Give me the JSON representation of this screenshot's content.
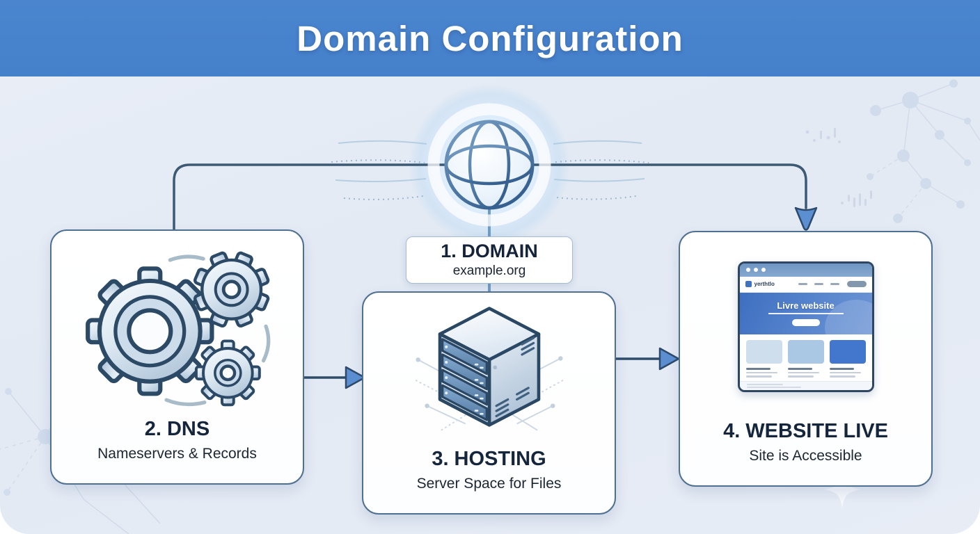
{
  "header": {
    "title": "Domain Configuration"
  },
  "domain_label": {
    "title": "1. DOMAIN",
    "subtitle": "example.org"
  },
  "cards": {
    "dns": {
      "title": "2. DNS",
      "subtitle": "Nameservers & Records"
    },
    "hosting": {
      "title": "3. HOSTING",
      "subtitle": "Server Space for Files"
    },
    "website": {
      "title": "4. WEBSITE LIVE",
      "subtitle": "Site is Accessible"
    }
  },
  "browser_mock": {
    "logo_text": "yerthtlo",
    "hero_title": "Livre website"
  },
  "icons": {
    "globe": "globe-icon",
    "dns": "gears-icon",
    "hosting": "server-icon",
    "website": "browser-window-icon"
  },
  "colors": {
    "header_bg": "#4580cb",
    "connector": "#3c5a73",
    "arrow_fill": "#5c8fd2",
    "card_border": "#4f7090",
    "title_text": "#15263c",
    "hero_blue": "#3e6fc0"
  }
}
